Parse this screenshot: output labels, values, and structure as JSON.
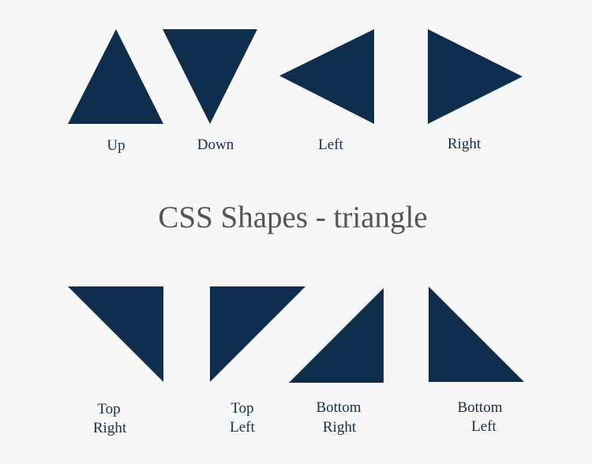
{
  "title": "CSS Shapes - triangle",
  "colors": {
    "background": "#f7f7f7",
    "triangle": "#0f2d4d",
    "title": "#555555",
    "label": "#13304f"
  },
  "top_row": [
    {
      "label": "Up"
    },
    {
      "label": "Down"
    },
    {
      "label": "Left"
    },
    {
      "label": "Right"
    }
  ],
  "bottom_row": [
    {
      "line1": "Top",
      "line2": "Right"
    },
    {
      "line1": "Top",
      "line2": "Left"
    },
    {
      "line1": "Bottom",
      "line2": "Right"
    },
    {
      "line1": "Bottom",
      "line2": "Left"
    }
  ]
}
